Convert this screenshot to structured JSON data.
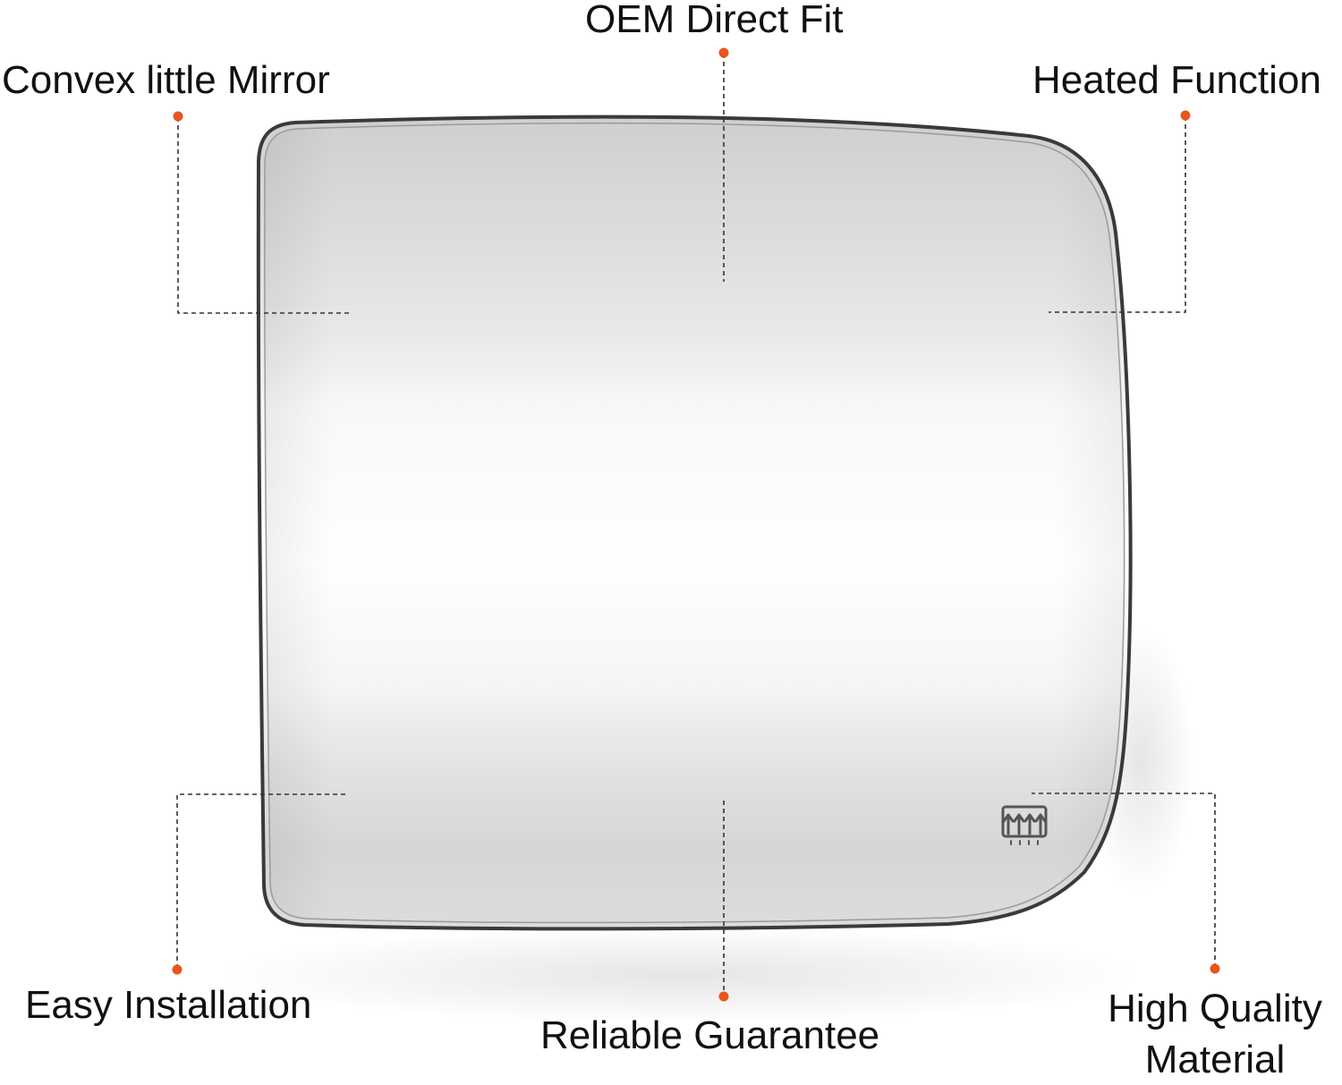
{
  "colors": {
    "background": "#ffffff",
    "marker": "#e8551f",
    "leader_line": "#333333",
    "mirror_frame": "#3a3a3a"
  },
  "callouts": {
    "convex": {
      "text": "Convex little Mirror"
    },
    "oem": {
      "text": "OEM Direct Fit"
    },
    "heated": {
      "text": "Heated Function"
    },
    "easy": {
      "text": "Easy Installation"
    },
    "reliable": {
      "text": "Reliable Guarantee"
    },
    "high_quality": {
      "line1": "High Quality",
      "line2": "Material"
    }
  },
  "icons": {
    "defrost": "heated-defrost-icon"
  }
}
